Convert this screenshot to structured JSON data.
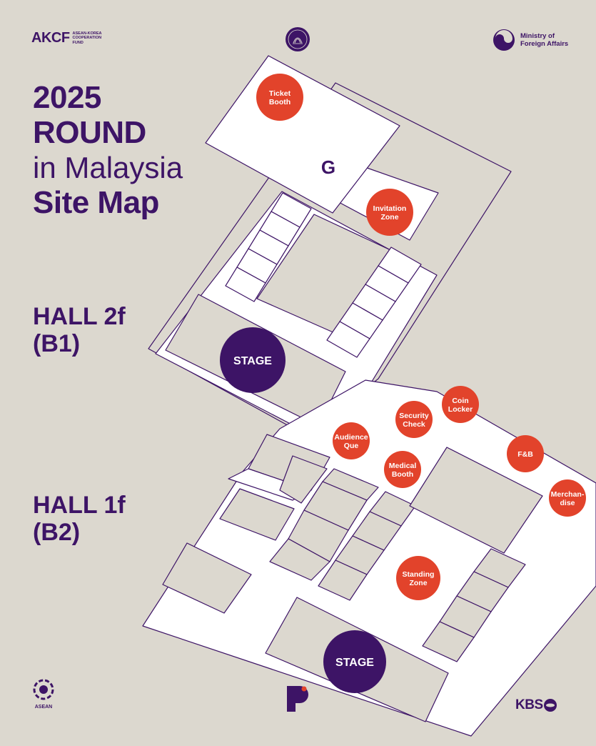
{
  "title": {
    "line1": "2025",
    "line2": "ROUND",
    "line3": "in Malaysia",
    "line4": "Site Map"
  },
  "halls": [
    {
      "line1": "HALL 2f",
      "line2": "(B1)"
    },
    {
      "line1": "HALL 1f",
      "line2": "(B2)"
    }
  ],
  "logos": {
    "akcf_main": "AKCF",
    "akcf_sub": "ASEAN-KOREA COOPERATION FUND",
    "mofa": "Ministry of Foreign Affairs",
    "kbs": "KBS",
    "asean": "ASEAN"
  },
  "map": {
    "gate_label": "G",
    "zones": [
      {
        "id": "ticket-booth",
        "lines": [
          "Ticket",
          "Booth"
        ]
      },
      {
        "id": "invitation-zone",
        "lines": [
          "Invitation",
          "Zone"
        ]
      },
      {
        "id": "coin-locker",
        "lines": [
          "Coin",
          "Locker"
        ]
      },
      {
        "id": "security-check",
        "lines": [
          "Security",
          "Check"
        ]
      },
      {
        "id": "audience-que",
        "lines": [
          "Audience",
          "Que"
        ]
      },
      {
        "id": "medical-booth",
        "lines": [
          "Medical",
          "Booth"
        ]
      },
      {
        "id": "f-and-b",
        "lines": [
          "F&B"
        ]
      },
      {
        "id": "merchandise",
        "lines": [
          "Merchan-",
          "dise"
        ]
      },
      {
        "id": "standing-zone",
        "lines": [
          "Standing",
          "Zone"
        ]
      }
    ],
    "stages": [
      {
        "id": "stage-b1",
        "label": "STAGE"
      },
      {
        "id": "stage-b2",
        "label": "STAGE"
      }
    ]
  },
  "colors": {
    "background": "#dcd8cf",
    "brand_purple": "#3d1466",
    "zone_red": "#e2432b",
    "floor_white": "#ffffff"
  }
}
